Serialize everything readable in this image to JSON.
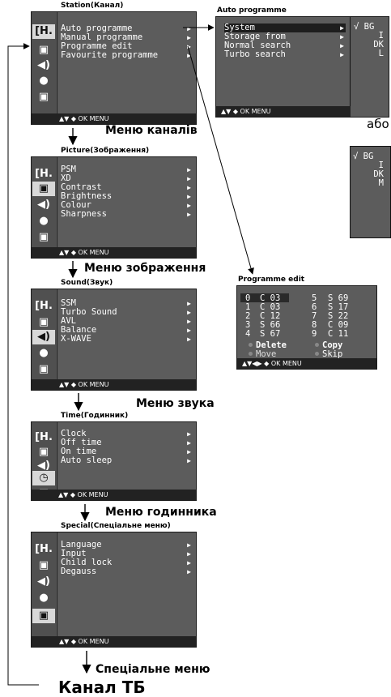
{
  "station": {
    "title": "Station(Канал)",
    "items": [
      "Auto programme",
      "Manual programme",
      "Programme edit",
      "Favourite programme"
    ],
    "footer": "◆ OK MENU",
    "caption": "Меню каналів"
  },
  "auto_programme": {
    "title": "Auto programme",
    "items": [
      "System",
      "Storage from",
      "Normal search",
      "Turbo search"
    ],
    "standards": [
      "√ BG",
      "I",
      "DK",
      "L"
    ],
    "footer": "◆ OK MENU"
  },
  "abo": "або",
  "alt_standards": [
    "√ BG",
    "I",
    "DK",
    "M"
  ],
  "picture": {
    "title": "Picture(Зображення)",
    "items": [
      "PSM",
      "XD",
      "Contrast",
      "Brightness",
      "Colour",
      "Sharpness"
    ],
    "footer": "◆ OK MENU",
    "caption": "Меню зображення"
  },
  "programme_edit": {
    "title": "Programme edit",
    "rows": [
      [
        "0",
        "C 03",
        "5",
        "S 69"
      ],
      [
        "1",
        "C 03",
        "6",
        "S 17"
      ],
      [
        "2",
        "C 12",
        "7",
        "S 22"
      ],
      [
        "3",
        "S 66",
        "8",
        "C 09"
      ],
      [
        "4",
        "S 67",
        "9",
        "C 11"
      ]
    ],
    "actions": [
      "Delete",
      "Copy",
      "Move",
      "Skip"
    ],
    "footer": "◆ OK MENU"
  },
  "sound": {
    "title": "Sound(Звук)",
    "items": [
      "SSM",
      "Turbo Sound",
      "AVL",
      "Balance",
      "X-WAVE"
    ],
    "footer": "◆ OK MENU",
    "caption": "Меню звука"
  },
  "time": {
    "title": "Time(Годинник)",
    "items": [
      "Clock",
      "Off time",
      "On time",
      "Auto sleep"
    ],
    "footer": "◆ OK MENU",
    "caption": "Меню годинника"
  },
  "special": {
    "title": "Special(Спеціальне меню)",
    "items": [
      "Language",
      "Input",
      "Child lock",
      "Degauss"
    ],
    "footer": "◆ OK MENU",
    "caption": "Спеціальне меню"
  },
  "bottom_caption": "Канал ТБ",
  "icons": [
    "channel-icon",
    "picture-icon",
    "sound-icon",
    "time-icon",
    "special-icon"
  ]
}
